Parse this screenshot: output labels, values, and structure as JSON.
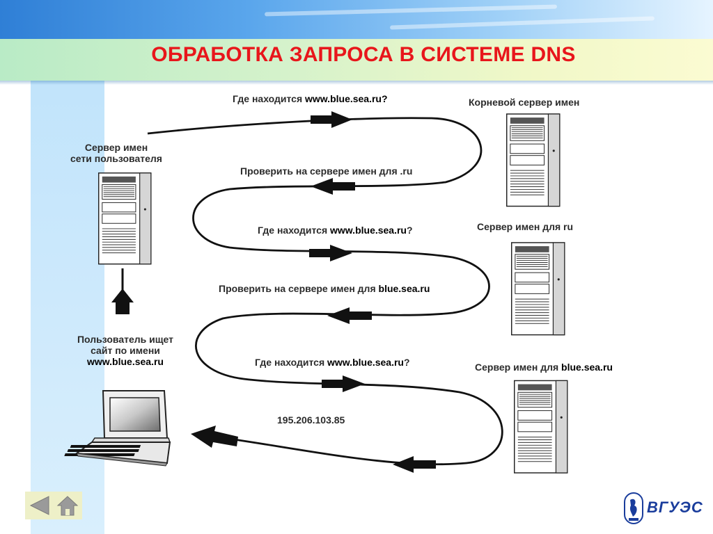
{
  "title": "ОБРАБОТКА ЗАПРОСА В СИСТЕМЕ DNS",
  "labels": {
    "q1_prefix": "Где находится ",
    "q1_host": "www.blue.sea.ru?",
    "root_server": "Корневой сервер имен",
    "local_server_line1": "Сервер имен",
    "local_server_line2": "сети пользователя",
    "r1_text": "Проверить на сервере имен для .ru",
    "q2_prefix": "Где находится ",
    "q2_host": "www.blue.sea.ru",
    "q2_suffix": "?",
    "ru_server": "Сервер имен для ru",
    "r2_prefix": "Проверить на сервере имен для ",
    "r2_host": "blue.sea.ru",
    "user_line1": "Пользователь ищет",
    "user_line2": "сайт по имени",
    "user_line3": "www.blue.sea.ru",
    "q3_prefix": "Где находится ",
    "q3_host": "www.blue.sea.ru",
    "q3_suffix": "?",
    "bluesea_server_prefix": "Сервер имен для ",
    "bluesea_server_host": "blue.sea.ru",
    "answer_ip": "195.206.103.85"
  },
  "logo_text": "ВГУЭС",
  "colors": {
    "title": "#e8161b",
    "label": "#2b2b2b",
    "arrow": "#1a1a1a",
    "top_band": "#2f7fd6",
    "left_strip": "#bfe3fb",
    "title_bar": "#d5f2cb",
    "nav_panel": "#eef0c8",
    "nav_icon": "#9a9a9a"
  },
  "icons": {
    "servers": [
      "server-tower-icon",
      "server-tower-icon",
      "server-tower-icon",
      "server-tower-icon"
    ],
    "client": "laptop-icon",
    "nav": [
      "back-arrow-icon",
      "home-icon"
    ],
    "logo": "university-emblem-icon"
  }
}
